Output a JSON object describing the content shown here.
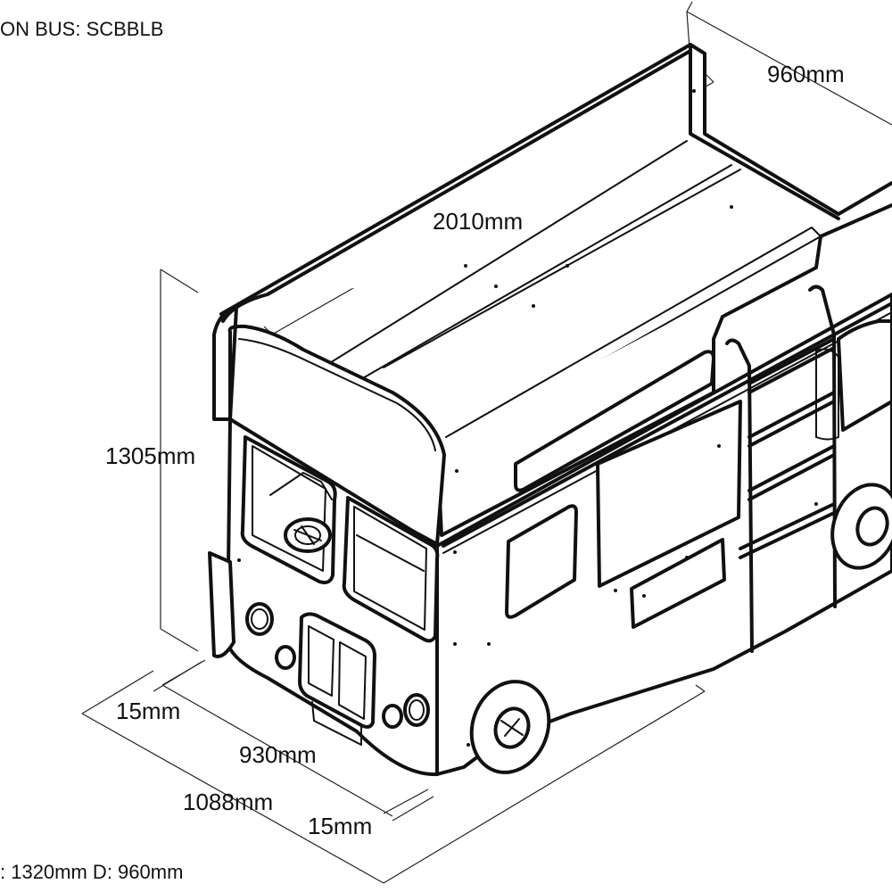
{
  "title": "ON BUS: SCBBLB",
  "footer": ": 1320mm D: 960mm",
  "dimensions": {
    "depth_top": "960mm",
    "length": "2010mm",
    "height": "1305mm",
    "side_gap_left": "15mm",
    "inner_width": "930mm",
    "outer_width": "1088mm",
    "side_gap_right": "15mm"
  }
}
